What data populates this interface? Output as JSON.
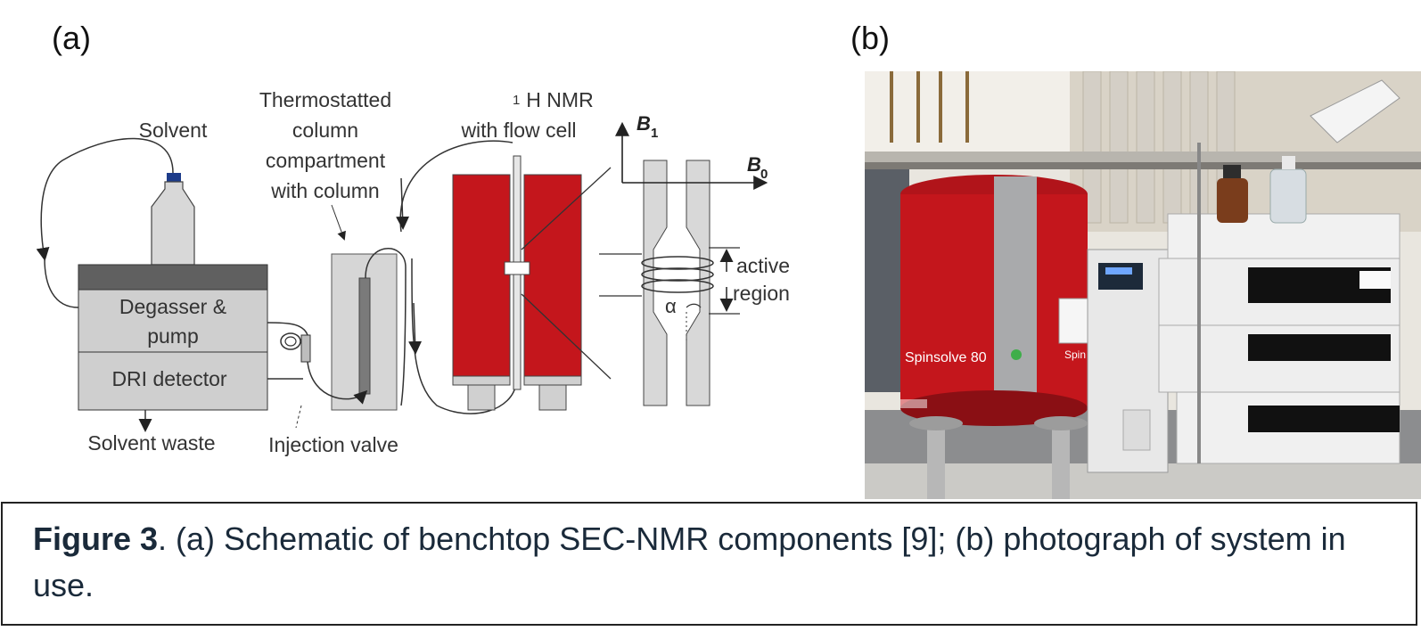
{
  "panels": {
    "a_label": "(a)",
    "b_label": "(b)"
  },
  "diagram": {
    "solvent": "Solvent",
    "thermostat_line1": "Thermostatted",
    "thermostat_line2": "column",
    "thermostat_line3": "compartment",
    "thermostat_line4": "with column",
    "nmr_line1": "H NMR",
    "nmr_superscript": "1",
    "nmr_line2": "with flow cell",
    "b1": "B",
    "b1_sub": "1",
    "b0": "B",
    "b0_sub": "0",
    "degasser_line1": "Degasser &",
    "degasser_line2": "pump",
    "dri": "DRI detector",
    "active_line1": "active",
    "active_line2": "region",
    "alpha": "α",
    "solvent_waste": "Solvent waste",
    "injection_valve": "Injection valve"
  },
  "photo": {
    "magnet_brand": "Spinsolve 80",
    "magnet_brand_partial": "Spin"
  },
  "caption": {
    "figure_label": "Figure 3",
    "text": ". (a) Schematic of benchtop SEC-NMR components [9]; (b) photograph of system in use."
  },
  "colors": {
    "magnet_red": "#c4161c",
    "caption_text": "#1a2a3a"
  }
}
